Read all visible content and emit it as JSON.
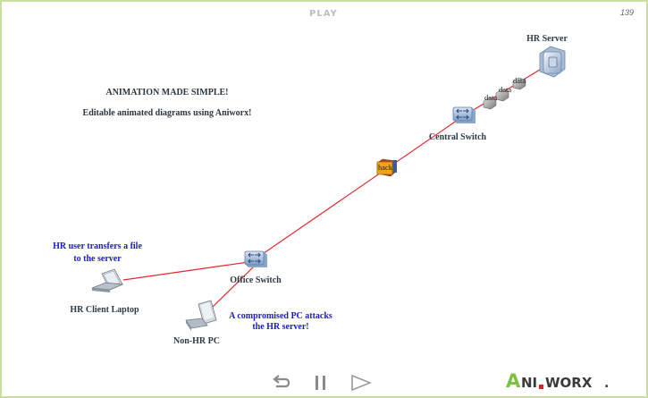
{
  "header": {
    "play_label": "PLAY",
    "page_number": "139"
  },
  "intro": {
    "title": "ANIMATION MADE SIMPLE!",
    "subtitle": "Editable animated diagrams using Aniworx!"
  },
  "nodes": {
    "hr_server": "HR Server",
    "central_switch": "Central Switch",
    "office_switch": "Office Switch",
    "hr_client_laptop": "HR Client Laptop",
    "non_hr_pc": "Non-HR PC"
  },
  "packets": {
    "data_label": "data",
    "hack_label": "hack"
  },
  "annotations": {
    "hr_user_line1": "HR user transfers a file",
    "hr_user_line2": "to the server",
    "compromised_line1": "A compromised PC attacks",
    "compromised_line2": "the HR server!"
  },
  "controls": {
    "rewind": "rewind-icon",
    "pause": "pause-icon",
    "play": "play-icon"
  },
  "logo": {
    "text_part1": "A",
    "text_part2": "NI",
    "text_part3": "WORX",
    "suffix": "."
  },
  "colors": {
    "link": "#e0282d",
    "annotation_blue": "#1a1acc",
    "node_text": "#2d3b46",
    "intro_text": "#2a3640",
    "frame": "#c9dea0",
    "logo_green": "#7cc242",
    "logo_red": "#d92128",
    "logo_gray": "#3a3a3a"
  }
}
